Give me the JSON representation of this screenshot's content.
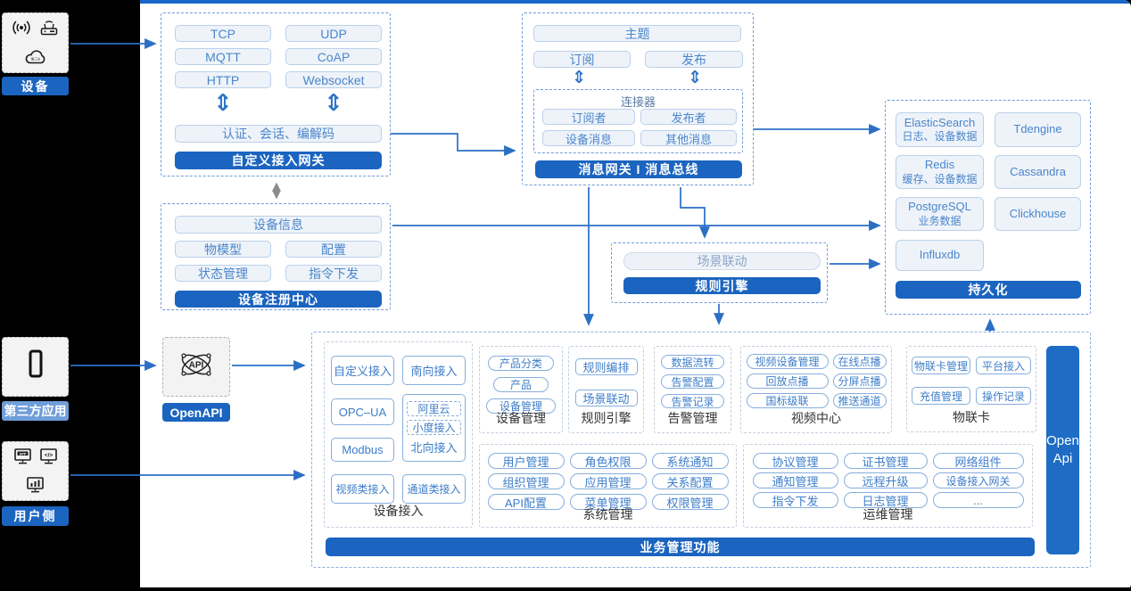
{
  "colors": {
    "accent": "#1b64bf",
    "accent_light": "#6f9ed9",
    "wire": "#2b6fc5",
    "pill_text": "#4a86cc",
    "pill_bg": "#eef3f9"
  },
  "left_rail": {
    "device": {
      "label": "设备",
      "icons": [
        "broadcast-icon",
        "router-icon",
        "cloud-icon"
      ]
    },
    "third_party": {
      "label": "第三方应用",
      "icons": [
        "smartphone-icon"
      ]
    },
    "user_side": {
      "label": "用户侧",
      "icons": [
        "app-monitor-icon",
        "code-monitor-icon",
        "chart-monitor-icon"
      ]
    }
  },
  "open_api": {
    "label": "OpenAPI",
    "icon": "api-network-icon"
  },
  "gateway": {
    "protocols": [
      "TCP",
      "UDP",
      "MQTT",
      "CoAP",
      "HTTP",
      "Websocket"
    ],
    "session": "认证、会话、编解码",
    "banner": "自定义接入网关"
  },
  "registry": {
    "device_info": "设备信息",
    "items": [
      "物模型",
      "配置",
      "状态管理",
      "指令下发"
    ],
    "banner": "设备注册中心"
  },
  "message_bus": {
    "topic": "主题",
    "subscribe": "订阅",
    "publish": "发布",
    "connector_title": "连接器",
    "connector_items": [
      "订阅者",
      "发布者",
      "设备消息",
      "其他消息"
    ],
    "banner": "消息网关 I 消息总线"
  },
  "rule_engine_mid": {
    "scene": "场景联动",
    "banner": "规则引擎"
  },
  "persistence": {
    "banner": "持久化",
    "stores": [
      {
        "name": "ElasticSearch",
        "desc": "日志、设备数据"
      },
      {
        "name": "Tdengine",
        "desc": ""
      },
      {
        "name": "Redis",
        "desc": "缓存、设备数据"
      },
      {
        "name": "Cassandra",
        "desc": ""
      },
      {
        "name": "PostgreSQL",
        "desc": "业务数据"
      },
      {
        "name": "Clickhouse",
        "desc": ""
      },
      {
        "name": "Influxdb",
        "desc": ""
      }
    ]
  },
  "business": {
    "banner": "业务管理功能",
    "open_api_bar": {
      "line1": "Open",
      "line2": "Api"
    },
    "device_access": {
      "title": "设备接入",
      "items": [
        "自定义接入",
        "南向接入",
        "OPC–UA",
        "Modbus",
        "视频类接入",
        "通道类接入"
      ],
      "north_group": {
        "ali": "阿里云",
        "xiaodu": "小度接入",
        "label": "北向接入"
      }
    },
    "device_mgmt": {
      "title": "设备管理",
      "items": [
        "产品分类",
        "产品",
        "设备管理"
      ]
    },
    "rule_engine": {
      "title": "规则引擎",
      "items": [
        "规则编排",
        "场景联动"
      ]
    },
    "alarm": {
      "title": "告警管理",
      "items": [
        "数据流转",
        "告警配置",
        "告警记录"
      ]
    },
    "video_center": {
      "title": "视频中心",
      "items": [
        "视频设备管理",
        "在线点播",
        "回放点播",
        "分屏点播",
        "国标级联",
        "推送通道"
      ]
    },
    "iot_card": {
      "title": "物联卡",
      "items": [
        "物联卡管理",
        "平台接入",
        "充值管理",
        "操作记录"
      ]
    },
    "sys_mgmt": {
      "title": "系统管理",
      "items": [
        "用户管理",
        "角色权限",
        "系统通知",
        "组织管理",
        "应用管理",
        "关系配置",
        "API配置",
        "菜单管理",
        "权限管理"
      ]
    },
    "ops_mgmt": {
      "title": "运维管理",
      "items": [
        "协议管理",
        "证书管理",
        "网络组件",
        "通知管理",
        "远程升级",
        "设备接入网关",
        "指令下发",
        "日志管理",
        "..."
      ]
    }
  }
}
